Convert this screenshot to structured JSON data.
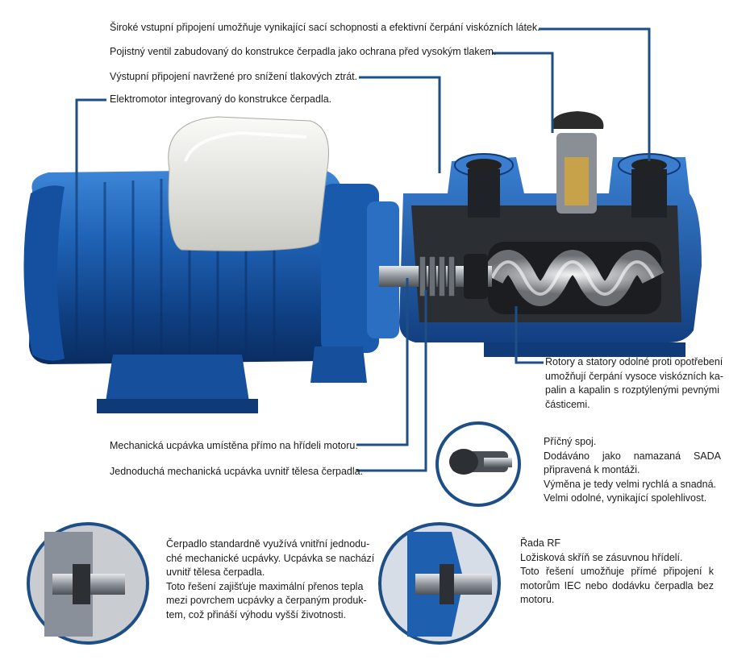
{
  "callouts": {
    "wide_inlet": "Široké vstupní připojení umožňuje vynikající sací schopnosti a efektivní čerpání viskózních látek.",
    "relief_valve": "Pojistný ventil zabudovaný do konstrukce čerpadla jako ochrana před vysokým tlakem.",
    "outlet": "Výstupní připojení navržené pro snížení tlakových ztrát.",
    "electromotor": "Elektromotor integrovaný do konstrukce čerpadla.",
    "seal_on_shaft": "Mechanická ucpávka umístěna přímo na hřídeli motoru.",
    "seal_in_body": "Jednoduchá mechanická ucpávka uvnitř tělesa čerpadla."
  },
  "rotors": {
    "lines": [
      "Rotory a statory odolné proti opotřebení",
      "umožňují čerpání vysoce viskózních ka-",
      "palin a kapalin s rozptýlenými pevnými",
      "částicemi."
    ]
  },
  "joint": {
    "lines": [
      "Příčný spoj.",
      "Dodáváno jako namazaná SADA",
      "připravená k montáži.",
      "Výměna je tedy velmi rychlá a snadná.",
      "Velmi odolné, vynikající spolehlivost."
    ]
  },
  "seal_info": {
    "lines": [
      "Čerpadlo standardně využívá vnitřní jednodu-",
      "ché mechanické ucpávky. Ucpávka se nachází",
      "uvnitř tělesa čerpadla.",
      "Toto řešení zajišťuje maximální přenos tepla",
      "mezi povrchem ucpávky a čerpaným produk-",
      "tem, což přináší výhodu vyšší životnosti."
    ]
  },
  "rf_series": {
    "lines": [
      "Řada RF",
      "Ložisková skříň se zásuvnou hřídelí.",
      "Toto řešení umožňuje přímé připojení k",
      "motorům IEC nebo dodávku čerpadla bez",
      "motoru."
    ]
  },
  "colors": {
    "leader": "#1d4f86",
    "motor_blue": "#1e5fb0",
    "pump_blue": "#2567b8",
    "cover_white": "#e9e9e4",
    "metal": "#8a8f96"
  }
}
